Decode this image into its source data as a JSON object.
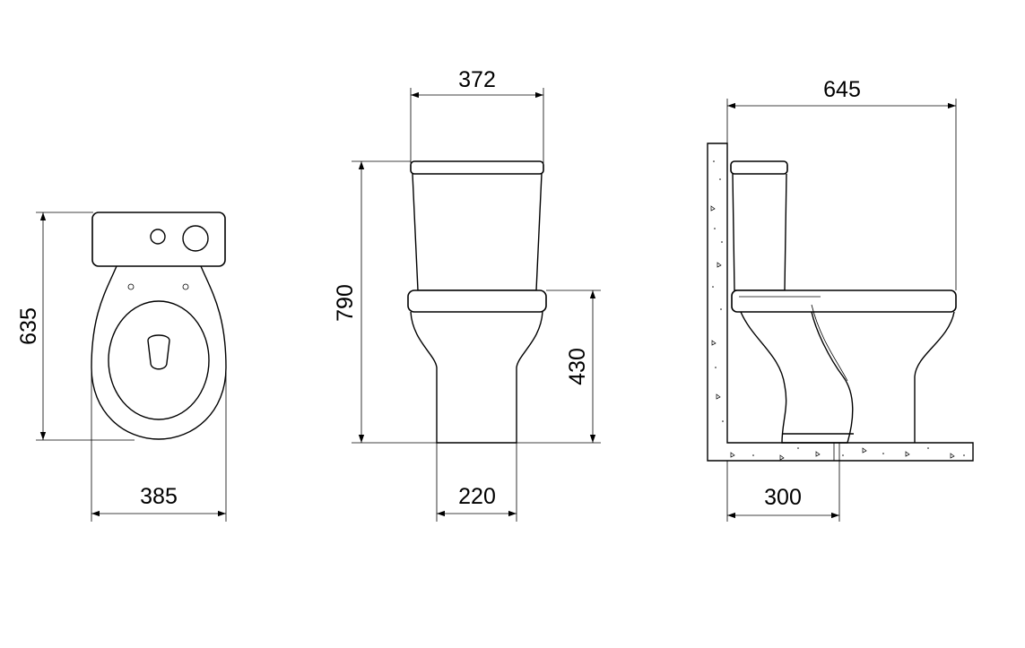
{
  "dimensions": {
    "top_view_length": "635",
    "top_view_width": "385",
    "front_total_height": "790",
    "front_tank_width": "372",
    "front_seat_height": "430",
    "front_base_width": "220",
    "side_total_depth": "645",
    "side_rough_in": "300"
  }
}
